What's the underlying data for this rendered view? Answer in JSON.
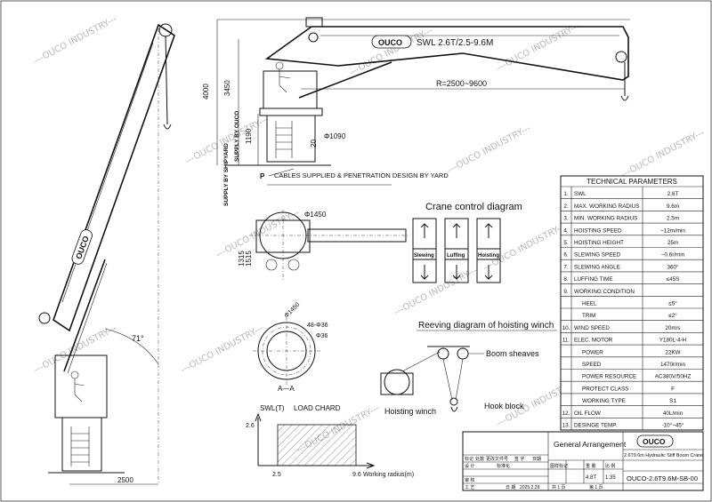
{
  "watermark": "---OUCO INDUSTRY---",
  "brand": "OUCO",
  "boom_label": "SWL 2.6T/2.5-9.6M",
  "dimensions": {
    "height_4000": "4000",
    "height_3450": "3450",
    "height_1190": "1190",
    "radius": "R=2500~9600",
    "pedestal_dia": "Φ1090",
    "side_20": "20",
    "plan_dia": "Φ1450",
    "plan_1515": "1515",
    "plan_1315": "1315",
    "side_2500": "2500",
    "angle": "71°",
    "pcd": "Φ1450",
    "bolt_holes": "48-Φ36",
    "hole_dia": "Φ36",
    "section": "A—A"
  },
  "left_labels": {
    "supply_shipyard": "SUPPLY BY SHIPYARD",
    "supply_ouco": "SUPPLY BY OUCO"
  },
  "cables_note": "CABLES SUPPLIED & PENETRATION DESIGN BY YARD",
  "cables_mark": "P",
  "control_diagram": {
    "title": "Crane control diagram",
    "items": [
      "Slewing",
      "Luffing",
      "Hoisting"
    ]
  },
  "reeving": {
    "title": "Reeving diagram of hoisting winch",
    "boom_sheaves": "Boom sheaves",
    "hoisting_winch": "Hoisting winch",
    "hook_block": "Hook block"
  },
  "load_chart": {
    "title": "LOAD CHARD",
    "ylabel": "SWL(T)",
    "xlabel": "Working radius(m)",
    "y_tick": "2.6",
    "x_tick_1": "2.5",
    "x_tick_2": "9.6"
  },
  "tech_params": {
    "title": "TECHNICAL PARAMETERS",
    "rows": [
      {
        "no": "1.",
        "name": "SWL",
        "value": "2.6T"
      },
      {
        "no": "2.",
        "name": "MAX. WORKING RADIUS",
        "value": "9.6m"
      },
      {
        "no": "3.",
        "name": "MIN. WORKING RADIUS",
        "value": "2.5m"
      },
      {
        "no": "4.",
        "name": "HOISTING SPEED",
        "value": "~12m/min"
      },
      {
        "no": "5.",
        "name": "HOISTING HEIGHT",
        "value": "25m"
      },
      {
        "no": "6.",
        "name": "SLEWING SPEED",
        "value": "~0.6r/min"
      },
      {
        "no": "7.",
        "name": "SLEWING ANGLE",
        "value": "360°"
      },
      {
        "no": "8.",
        "name": "LUFFING TIME",
        "value": "≤45S"
      },
      {
        "no": "9.",
        "name": "WORKING CONDITION",
        "value": ""
      },
      {
        "no": "",
        "name": "HEEL",
        "value": "≤5°"
      },
      {
        "no": "",
        "name": "TRIM",
        "value": "≤2°"
      },
      {
        "no": "10.",
        "name": "WIND SPEED",
        "value": "20m/s"
      },
      {
        "no": "11.",
        "name": "ELEC. MOTOR",
        "value": "Y180L-4-H"
      },
      {
        "no": "",
        "name": "POWER",
        "value": "22KW"
      },
      {
        "no": "",
        "name": "SPEED",
        "value": "1470r/min"
      },
      {
        "no": "",
        "name": "POWER RESOURCE",
        "value": "AC380V/50HZ"
      },
      {
        "no": "",
        "name": "PROTECT CLASS",
        "value": "F"
      },
      {
        "no": "",
        "name": "WORKING TYPE",
        "value": "S1"
      },
      {
        "no": "12.",
        "name": "OIL FLOW",
        "value": "40L/min"
      },
      {
        "no": "13.",
        "name": "DESINGE TEMP.",
        "value": "-10°~45°"
      }
    ]
  },
  "title_block": {
    "general_arrangement": "General Arrangement",
    "brand": "OUCO",
    "crane_name": "2.6T9.6m Hydraulic Stiff Boom Crane",
    "drawing_no": "OUCO-2.6T9.6M-SB-00",
    "rev_headers": [
      "标记",
      "处数",
      "更改文件号",
      "签 字",
      "日期"
    ],
    "design_row": [
      "设 计",
      "",
      "标准化"
    ],
    "approve_label": "审 核",
    "process_label": "工 艺",
    "date_label": "日 期",
    "date_value": "2025.2.28",
    "stage_headers": [
      "图样标记",
      "重 量",
      "比 例"
    ],
    "weight": "4.8T",
    "scale": "1:35",
    "sheets_total": "共 1 页",
    "sheet_no": "第 1 页"
  }
}
